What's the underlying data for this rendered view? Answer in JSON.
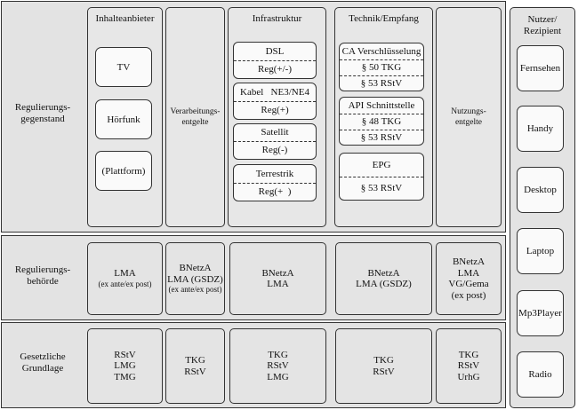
{
  "rows": {
    "gegenstand": "Regulierungs-\ngegenstand",
    "behoerde": "Regulierungs-\nbehörde",
    "grundlage": "Gesetzliche\nGrundlage"
  },
  "columns": {
    "inhalteanbieter": {
      "title": "Inhalteanbieter",
      "items": [
        "TV",
        "Hörfunk",
        "(Plattform)"
      ]
    },
    "verarbeitung": "Verarbeitungs-\nentgelte",
    "infrastruktur": {
      "title": "Infrastruktur",
      "items": [
        {
          "top": "DSL",
          "bottom": "Reg(+/-)"
        },
        {
          "top": "Kabel   NE3/NE4",
          "bottom": "Reg(+)"
        },
        {
          "top": "Satellit",
          "bottom": "Reg(-)"
        },
        {
          "top": "Terrestrik",
          "bottom": "Reg(+  )"
        }
      ]
    },
    "technik": {
      "title": "Technik/Empfang",
      "items": [
        {
          "top": "CA Verschlüsselung",
          "middle": "§ 50 TKG",
          "bottom": "§ 53 RStV"
        },
        {
          "top": "API Schnittstelle",
          "middle": "§ 48 TKG",
          "bottom": "§ 53 RStV"
        },
        {
          "top": "EPG",
          "bottom": "§ 53 RStV"
        }
      ]
    },
    "nutzung": "Nutzungs-\nentgelte"
  },
  "nutzer": {
    "title": "Nutzer/\nRezipient",
    "items": [
      "Fernsehen",
      "Handy",
      "Desktop",
      "Laptop",
      "Mp3Player",
      "Radio"
    ]
  },
  "behoerde_cells": [
    {
      "main": "LMA",
      "sub": "(ex ante/ex post)"
    },
    {
      "main": "BNetzA\nLMA (GSDZ)",
      "sub": "(ex ante/ex post)"
    },
    {
      "main": "BNetzA\nLMA",
      "sub": ""
    },
    {
      "main": "BNetzA\nLMA (GSDZ)",
      "sub": ""
    },
    {
      "main": "BNetzA\nLMA\nVG/Gema\n(ex post)",
      "sub": ""
    }
  ],
  "grundlage_cells": [
    "RStV\nLMG\nTMG",
    "TKG\nRStV",
    "TKG\nRStV\nLMG",
    "TKG\nRStV",
    "TKG\nRStV\nUrhG"
  ]
}
